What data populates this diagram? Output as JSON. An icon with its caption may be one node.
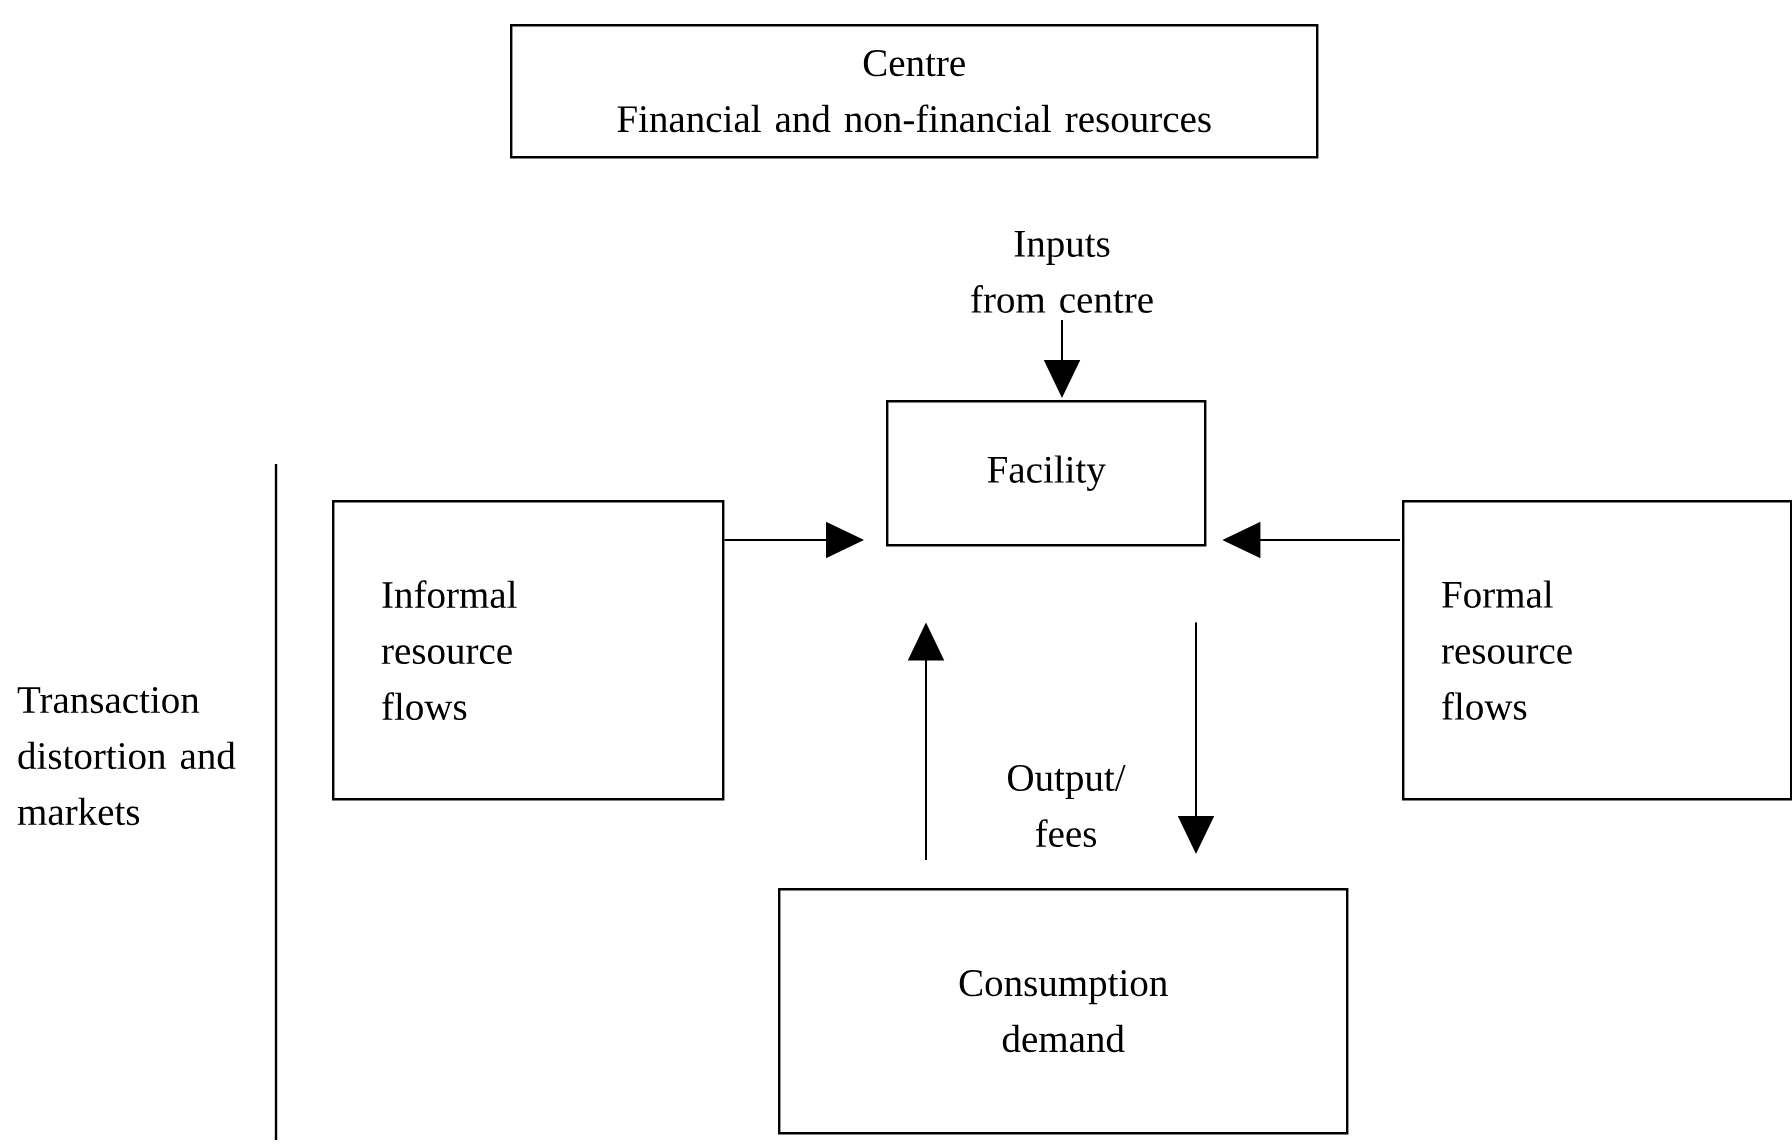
{
  "diagram": {
    "nodes": [
      {
        "text": [
          "Centre",
          "Financial and non-financial resources"
        ]
      },
      {
        "text": [
          "Facility"
        ]
      },
      {
        "text": [
          "Informal resource flows"
        ]
      },
      {
        "text": [
          "Formal resource flows"
        ]
      },
      {
        "text": [
          "Consumption demand"
        ]
      }
    ],
    "edges": [
      {
        "from": null,
        "to": 1,
        "arrow": "to",
        "label": "Inputs from centre"
      },
      {
        "from": 2,
        "to": 1,
        "arrow": "to"
      },
      {
        "from": 3,
        "to": 1,
        "arrow": "to"
      },
      {
        "from": 4,
        "to": 1,
        "arrow": "to"
      },
      {
        "from": 1,
        "to": 4,
        "arrow": "to",
        "label": "Output/ fees"
      }
    ],
    "labels": [
      "Transaction distortion and markets"
    ]
  }
}
